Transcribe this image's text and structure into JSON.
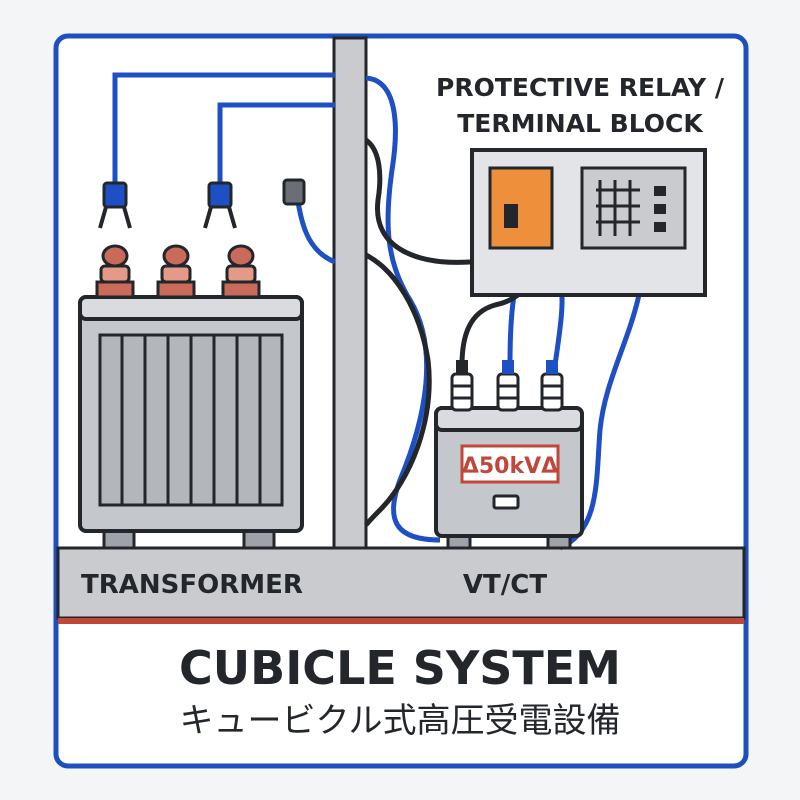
{
  "labels": {
    "protective_relay_line1": "PROTECTIVE RELAY /",
    "protective_relay_line2": "TERMINAL BLOCK",
    "transformer": "TRANSFORMER",
    "vt_ct": "VT/CT",
    "rating_plate": "Δ50kVΔ",
    "title": "CUBICLE SYSTEM",
    "subtitle": "キュービクル式高圧受電設備"
  },
  "colors": {
    "frame_border": "#1e4fbf",
    "cable_blue": "#1f4fc4",
    "cable_black": "#23262b",
    "relay_orange": "#ee8f3c",
    "insulator_red": "#c96a5a",
    "floor_gray": "#c9cbcf",
    "red_stripe": "#c0473a",
    "equipment_gray": "#c4c7cc"
  }
}
